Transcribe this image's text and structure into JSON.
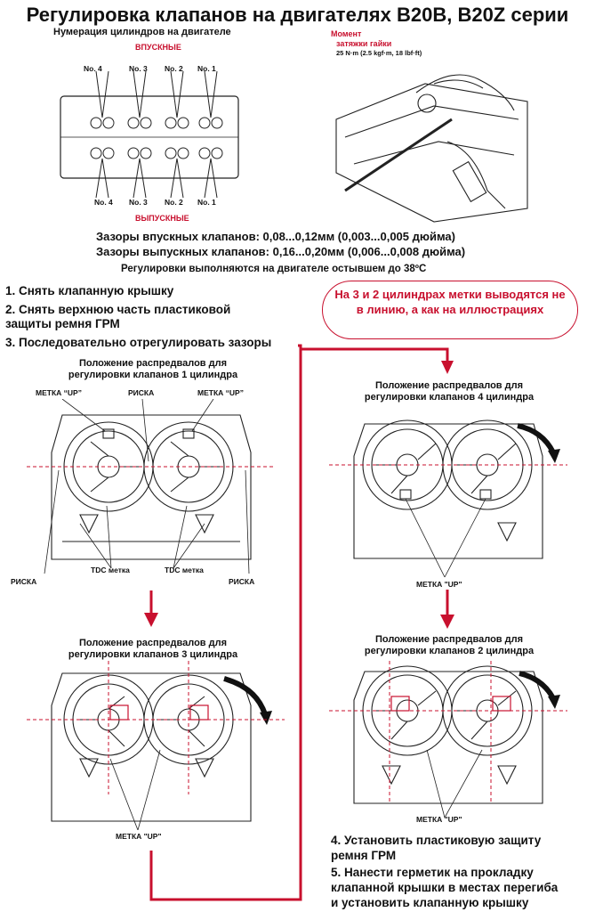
{
  "title": "Регулировка клапанов на двигателях B20B, B20Z серии",
  "cyl_numbering": {
    "heading": "Нумерация цилиндров на двигателе",
    "intake": "ВПУСКНЫЕ",
    "exhaust": "ВЫПУСКНЫЕ",
    "cyl_labels": [
      "No. 4",
      "No. 3",
      "No. 2",
      "No. 1"
    ]
  },
  "torque": {
    "line1": "Момент",
    "line2": "затяжки гайки",
    "spec": "25 N·m (2.5 kgf·m, 18 lbf·ft)"
  },
  "clearance": {
    "intake": "Зазоры впускных клапанов: 0,08...0,12мм (0,003...0,005 дюйма)",
    "exhaust": "Зазоры выпускных клапанов: 0,16...0,20мм (0,006...0,008 дюйма)",
    "note": "Регулировки выполняются на двигателе остывшем до 38ºС"
  },
  "steps_top": [
    "1. Снять клапанную крышку",
    "2. Снять  верхнюю часть пластиковой",
    "защиты ремня ГРМ",
    "3. Последовательно отрегулировать зазоры"
  ],
  "callout": "На 3 и 2 цилиндрах метки выводятся не в линию, а как на иллюстрациях",
  "pos1": {
    "caption1": "Положение распредвалов для",
    "caption2": "регулировки клапанов 1 цилиндра",
    "up_left": "МЕТКА “UP”",
    "up_right": "МЕТКА “UP”",
    "riska_top": "РИСКА",
    "riska_left": "РИСКА",
    "riska_right": "РИСКА",
    "tdc_left": "TDC метка",
    "tdc_right": "TDC метка"
  },
  "pos3": {
    "caption1": "Положение распредвалов для",
    "caption2": "регулировки клапанов 3 цилиндра",
    "up": "МЕТКА \"UP\""
  },
  "pos4": {
    "caption1": "Положение распредвалов для",
    "caption2": "регулировки клапанов 4 цилиндра",
    "up": "МЕТКА \"UP\""
  },
  "pos2": {
    "caption1": "Положение распредвалов для",
    "caption2": "регулировки клапанов 2 цилиндра",
    "up": "МЕТКА \"UP\""
  },
  "steps_bottom": [
    "4. Установить пластиковую защиту",
    "ремня ГРМ",
    "5. Нанести герметик на прокладку",
    "клапанной крышки в местах перегиба",
    "и установить клапанную крышку"
  ],
  "colors": {
    "accent": "#c8102e",
    "ink": "#111111"
  }
}
